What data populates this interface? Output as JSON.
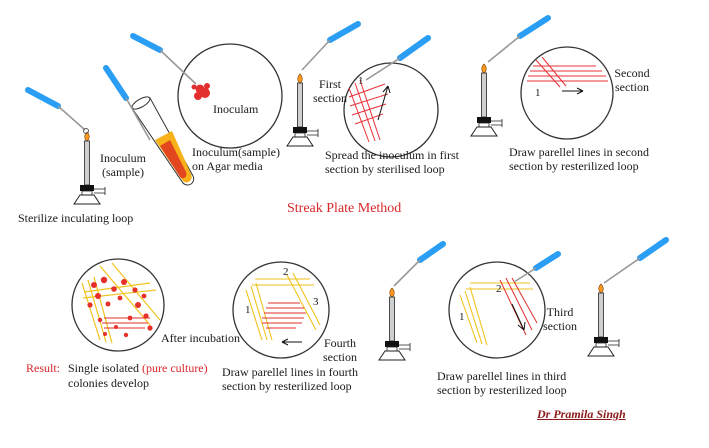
{
  "title": "Streak Plate Method",
  "steps": {
    "sterilize": "Sterilize inculating  loop",
    "inoculum_sample": [
      "Inoculum",
      "(sample)"
    ],
    "inoculam": "Inoculam",
    "inoculum_agar": [
      "Inoculum(sample)",
      "on Agar media"
    ],
    "first_section": [
      "First",
      "section"
    ],
    "spread": [
      "Spread the inoculum in first",
      "section by sterilised loop"
    ],
    "second_section": [
      "Second",
      "section"
    ],
    "draw_second": [
      "Draw parellel lines in second",
      "section by resterilized loop"
    ],
    "after_incubation": "After incubation",
    "fourth_section": [
      "Fourth",
      "section"
    ],
    "draw_fourth": [
      "Draw parellel lines in fourth",
      "section by resterilized loop"
    ],
    "third_section": [
      "Third",
      "section"
    ],
    "draw_third": [
      "Draw parellel lines in third",
      "section by resterilized loop"
    ]
  },
  "result": {
    "label": "Result:",
    "text_1": "Single isolated",
    "pure": "(pure culture)",
    "text_2": "colonies develop"
  },
  "numbers": {
    "n1": "1",
    "n2": "2",
    "n3": "3"
  },
  "author": "Dr Pramila Singh",
  "colors": {
    "accent": "#d8282a",
    "loop": "#2a9df4",
    "streak_yellow": "#f2c21b",
    "streak_red": "#e0302a"
  }
}
